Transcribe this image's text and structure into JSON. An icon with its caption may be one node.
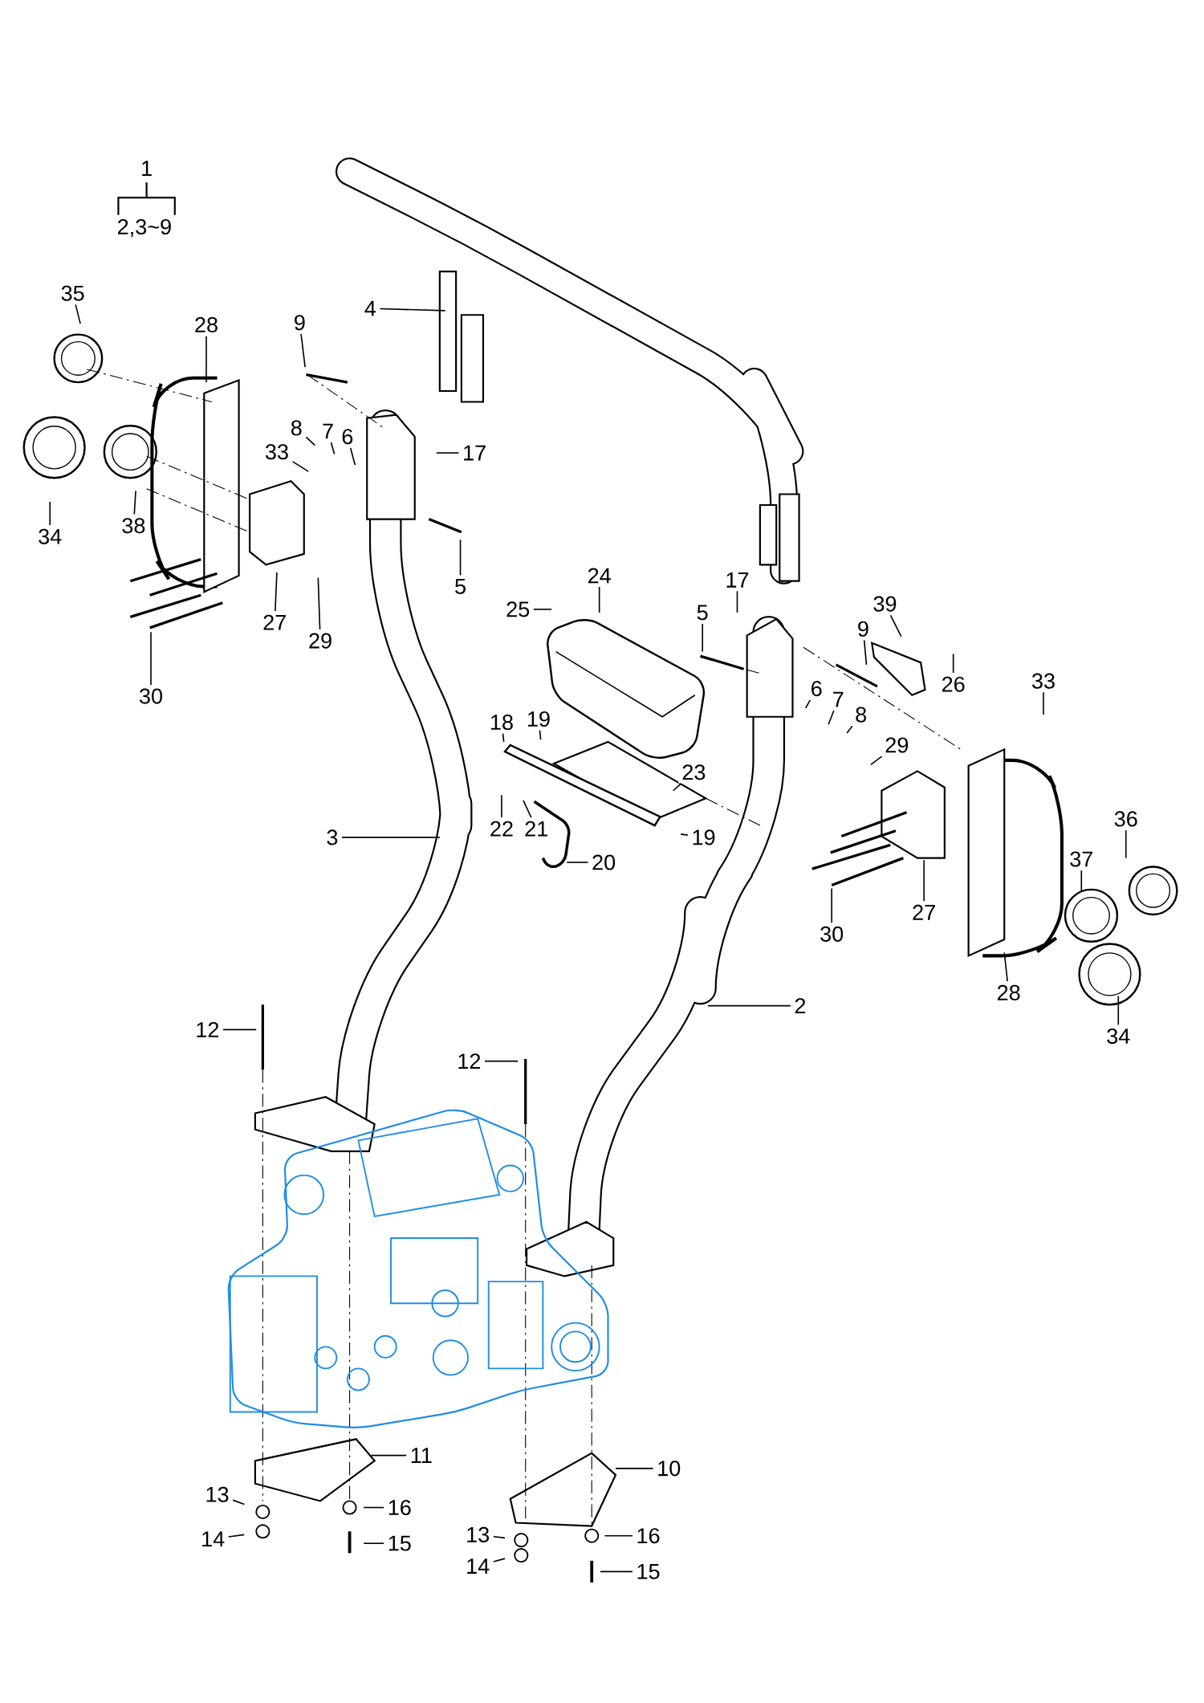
{
  "diagram": {
    "nodes": [
      {
        "text": [
          "35"
        ]
      },
      {
        "text": [
          "28"
        ]
      },
      {
        "text": [
          "9"
        ]
      },
      {
        "text": [
          "4"
        ]
      },
      {
        "text": [
          "8"
        ]
      },
      {
        "text": [
          "7"
        ]
      },
      {
        "text": [
          "6"
        ]
      },
      {
        "text": [
          "33"
        ]
      },
      {
        "text": [
          "17"
        ]
      },
      {
        "text": [
          "34"
        ]
      },
      {
        "text": [
          "38"
        ]
      },
      {
        "text": [
          "5"
        ]
      },
      {
        "text": [
          "27"
        ]
      },
      {
        "text": [
          "29"
        ]
      },
      {
        "text": [
          "30"
        ]
      },
      {
        "text": [
          "25"
        ]
      },
      {
        "text": [
          "24"
        ]
      },
      {
        "text": [
          "17"
        ]
      },
      {
        "text": [
          "5"
        ]
      },
      {
        "text": [
          "39"
        ]
      },
      {
        "text": [
          "9"
        ]
      },
      {
        "text": [
          "26"
        ]
      },
      {
        "text": [
          "6"
        ]
      },
      {
        "text": [
          "7"
        ]
      },
      {
        "text": [
          "8"
        ]
      },
      {
        "text": [
          "33"
        ]
      },
      {
        "text": [
          "18"
        ]
      },
      {
        "text": [
          "19"
        ]
      },
      {
        "text": [
          "29"
        ]
      },
      {
        "text": [
          "23"
        ]
      },
      {
        "text": [
          "22"
        ]
      },
      {
        "text": [
          "21"
        ]
      },
      {
        "text": [
          "19"
        ]
      },
      {
        "text": [
          "3"
        ]
      },
      {
        "text": [
          "20"
        ]
      },
      {
        "text": [
          "36"
        ]
      },
      {
        "text": [
          "37"
        ]
      },
      {
        "text": [
          "27"
        ]
      },
      {
        "text": [
          "30"
        ]
      },
      {
        "text": [
          "28"
        ]
      },
      {
        "text": [
          "2"
        ]
      },
      {
        "text": [
          "34"
        ]
      },
      {
        "text": [
          "12"
        ]
      },
      {
        "text": [
          "12"
        ]
      },
      {
        "text": [
          "11"
        ]
      },
      {
        "text": [
          "10"
        ]
      },
      {
        "text": [
          "13"
        ]
      },
      {
        "text": [
          "16"
        ]
      },
      {
        "text": [
          "14"
        ]
      },
      {
        "text": [
          "15"
        ]
      },
      {
        "text": [
          "13"
        ]
      },
      {
        "text": [
          "16"
        ]
      },
      {
        "text": [
          "14"
        ]
      },
      {
        "text": [
          "15"
        ]
      }
    ],
    "edges": [
      {
        "from": 0,
        "to": null,
        "arrow": "none"
      },
      {
        "from": 1,
        "to": null,
        "arrow": "none"
      },
      {
        "from": 2,
        "to": null,
        "arrow": "none"
      },
      {
        "from": 3,
        "to": null,
        "arrow": "none"
      },
      {
        "from": 4,
        "to": null,
        "arrow": "none"
      },
      {
        "from": 5,
        "to": null,
        "arrow": "none"
      },
      {
        "from": 6,
        "to": null,
        "arrow": "none"
      },
      {
        "from": 7,
        "to": null,
        "arrow": "none"
      },
      {
        "from": 8,
        "to": null,
        "arrow": "none"
      },
      {
        "from": 9,
        "to": null,
        "arrow": "none"
      },
      {
        "from": 10,
        "to": null,
        "arrow": "none"
      },
      {
        "from": 11,
        "to": null,
        "arrow": "none"
      },
      {
        "from": 12,
        "to": null,
        "arrow": "none"
      },
      {
        "from": 13,
        "to": null,
        "arrow": "none"
      },
      {
        "from": 14,
        "to": null,
        "arrow": "none"
      },
      {
        "from": 15,
        "to": null,
        "arrow": "none"
      },
      {
        "from": 16,
        "to": null,
        "arrow": "none"
      },
      {
        "from": 17,
        "to": null,
        "arrow": "none"
      },
      {
        "from": 18,
        "to": null,
        "arrow": "none"
      },
      {
        "from": 19,
        "to": null,
        "arrow": "none"
      },
      {
        "from": 20,
        "to": null,
        "arrow": "none"
      },
      {
        "from": 21,
        "to": null,
        "arrow": "none"
      },
      {
        "from": 22,
        "to": null,
        "arrow": "none"
      },
      {
        "from": 23,
        "to": null,
        "arrow": "none"
      },
      {
        "from": 24,
        "to": null,
        "arrow": "none"
      },
      {
        "from": 25,
        "to": null,
        "arrow": "none"
      },
      {
        "from": 26,
        "to": null,
        "arrow": "none"
      },
      {
        "from": 27,
        "to": null,
        "arrow": "none"
      },
      {
        "from": 28,
        "to": null,
        "arrow": "none"
      },
      {
        "from": 29,
        "to": null,
        "arrow": "none"
      },
      {
        "from": 30,
        "to": null,
        "arrow": "none"
      },
      {
        "from": 31,
        "to": null,
        "arrow": "none"
      },
      {
        "from": 32,
        "to": null,
        "arrow": "none"
      },
      {
        "from": 33,
        "to": null,
        "arrow": "none"
      },
      {
        "from": 34,
        "to": null,
        "arrow": "none"
      },
      {
        "from": 35,
        "to": null,
        "arrow": "none"
      },
      {
        "from": 36,
        "to": null,
        "arrow": "none"
      },
      {
        "from": 37,
        "to": null,
        "arrow": "none"
      },
      {
        "from": 38,
        "to": null,
        "arrow": "none"
      },
      {
        "from": 39,
        "to": null,
        "arrow": "none"
      },
      {
        "from": 40,
        "to": null,
        "arrow": "none"
      },
      {
        "from": 41,
        "to": null,
        "arrow": "none"
      },
      {
        "from": 42,
        "to": null,
        "arrow": "none"
      },
      {
        "from": 43,
        "to": null,
        "arrow": "none"
      },
      {
        "from": 44,
        "to": null,
        "arrow": "none"
      },
      {
        "from": 45,
        "to": null,
        "arrow": "none"
      },
      {
        "from": 46,
        "to": null,
        "arrow": "none"
      },
      {
        "from": 47,
        "to": null,
        "arrow": "none"
      },
      {
        "from": 48,
        "to": null,
        "arrow": "none"
      },
      {
        "from": 49,
        "to": null,
        "arrow": "none"
      },
      {
        "from": 50,
        "to": null,
        "arrow": "none"
      },
      {
        "from": 51,
        "to": null,
        "arrow": "none"
      },
      {
        "from": 52,
        "to": null,
        "arrow": "none"
      },
      {
        "from": 53,
        "to": null,
        "arrow": "none"
      }
    ],
    "labels": [
      "1",
      "2,3~9"
    ]
  }
}
